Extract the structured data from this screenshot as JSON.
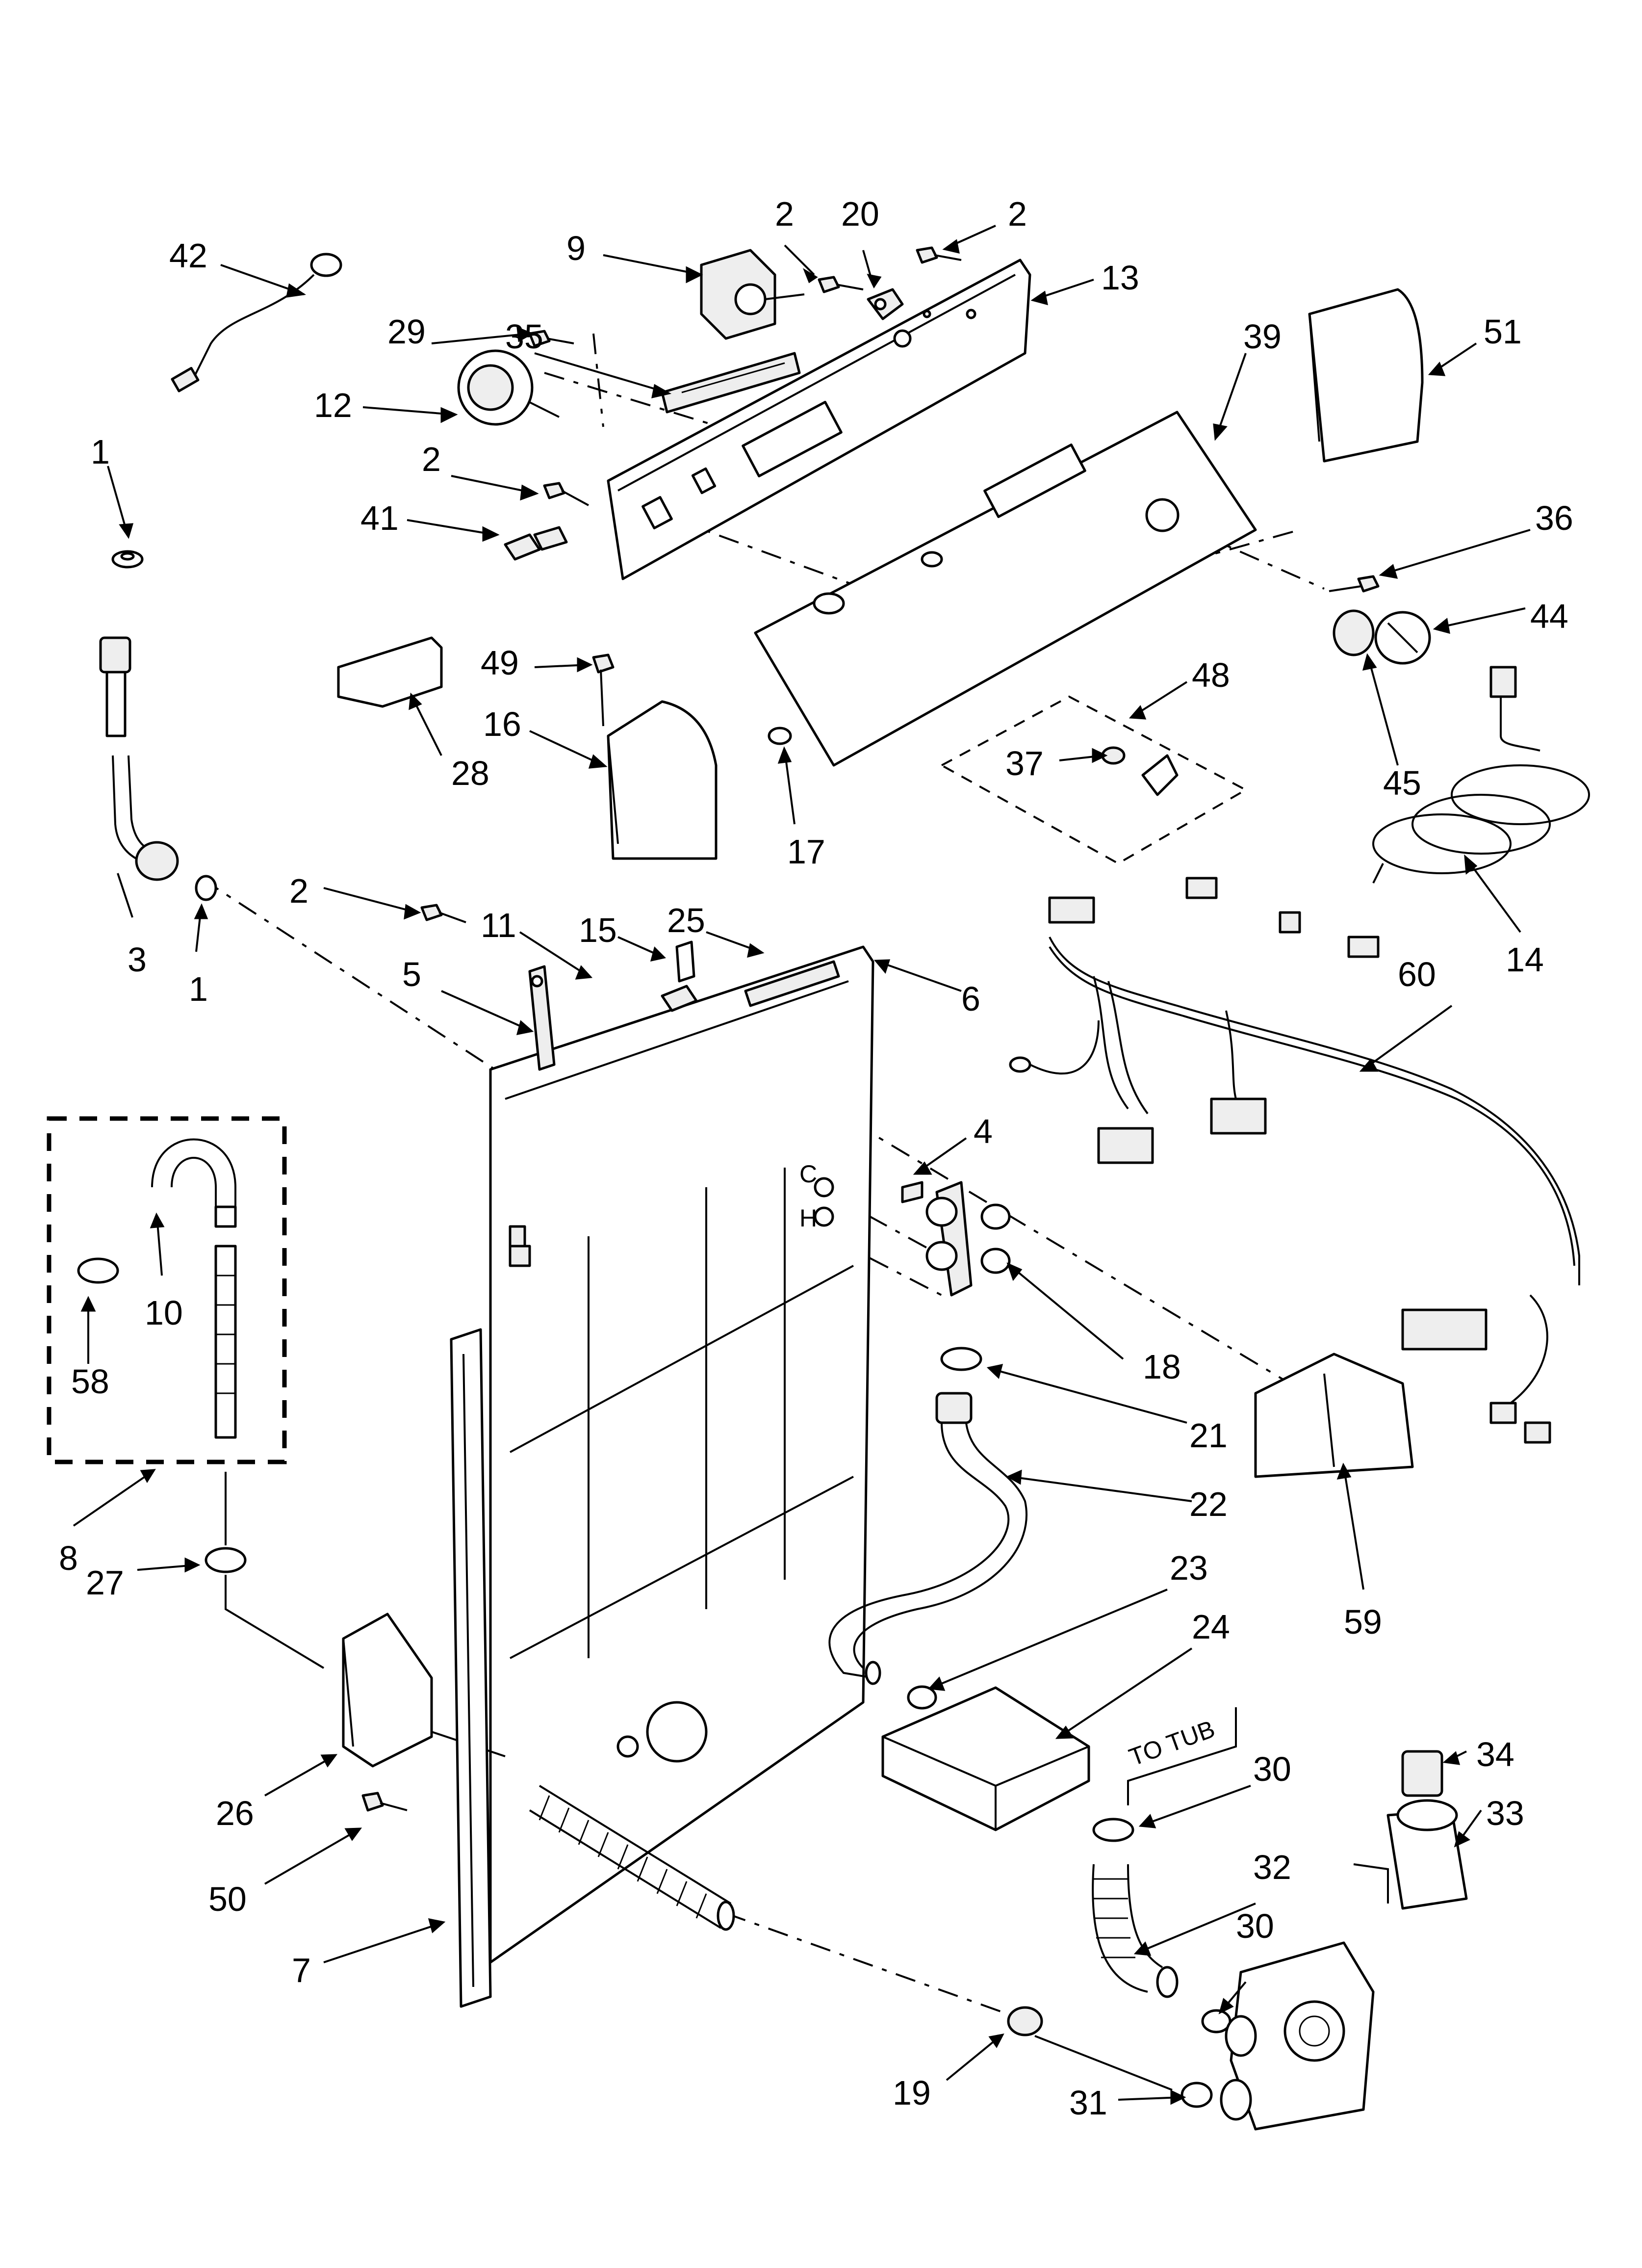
{
  "callouts": [
    {
      "id": "c42",
      "text": "42"
    },
    {
      "id": "c9",
      "text": "9"
    },
    {
      "id": "c2a",
      "text": "2"
    },
    {
      "id": "c20",
      "text": "20"
    },
    {
      "id": "c2b",
      "text": "2"
    },
    {
      "id": "c13",
      "text": "13"
    },
    {
      "id": "c39",
      "text": "39"
    },
    {
      "id": "c51",
      "text": "51"
    },
    {
      "id": "c29",
      "text": "29"
    },
    {
      "id": "c35",
      "text": "35"
    },
    {
      "id": "c12",
      "text": "12"
    },
    {
      "id": "c1a",
      "text": "1"
    },
    {
      "id": "c2c",
      "text": "2"
    },
    {
      "id": "c41",
      "text": "41"
    },
    {
      "id": "c36",
      "text": "36"
    },
    {
      "id": "c44",
      "text": "44"
    },
    {
      "id": "c49",
      "text": "49"
    },
    {
      "id": "c16",
      "text": "16"
    },
    {
      "id": "c28",
      "text": "28"
    },
    {
      "id": "c48",
      "text": "48"
    },
    {
      "id": "c37",
      "text": "37"
    },
    {
      "id": "c45",
      "text": "45"
    },
    {
      "id": "c17",
      "text": "17"
    },
    {
      "id": "c14",
      "text": "14"
    },
    {
      "id": "c3",
      "text": "3"
    },
    {
      "id": "c1b",
      "text": "1"
    },
    {
      "id": "c2d",
      "text": "2"
    },
    {
      "id": "c11",
      "text": "11"
    },
    {
      "id": "c15",
      "text": "15"
    },
    {
      "id": "c25",
      "text": "25"
    },
    {
      "id": "c5",
      "text": "5"
    },
    {
      "id": "c6",
      "text": "6"
    },
    {
      "id": "c60",
      "text": "60"
    },
    {
      "id": "c4",
      "text": "4"
    },
    {
      "id": "c10",
      "text": "10"
    },
    {
      "id": "c58",
      "text": "58"
    },
    {
      "id": "c18",
      "text": "18"
    },
    {
      "id": "c21",
      "text": "21"
    },
    {
      "id": "c22",
      "text": "22"
    },
    {
      "id": "c8",
      "text": "8"
    },
    {
      "id": "c27",
      "text": "27"
    },
    {
      "id": "c23",
      "text": "23"
    },
    {
      "id": "c24",
      "text": "24"
    },
    {
      "id": "c59",
      "text": "59"
    },
    {
      "id": "c26",
      "text": "26"
    },
    {
      "id": "c30a",
      "text": "30"
    },
    {
      "id": "c34",
      "text": "34"
    },
    {
      "id": "c33",
      "text": "33"
    },
    {
      "id": "c50",
      "text": "50"
    },
    {
      "id": "c32",
      "text": "32"
    },
    {
      "id": "c7",
      "text": "7"
    },
    {
      "id": "c30b",
      "text": "30"
    },
    {
      "id": "c19",
      "text": "19"
    },
    {
      "id": "c31",
      "text": "31"
    }
  ],
  "labels": {
    "to_tub": "TO TUB",
    "hot": "H",
    "cold": "C"
  }
}
